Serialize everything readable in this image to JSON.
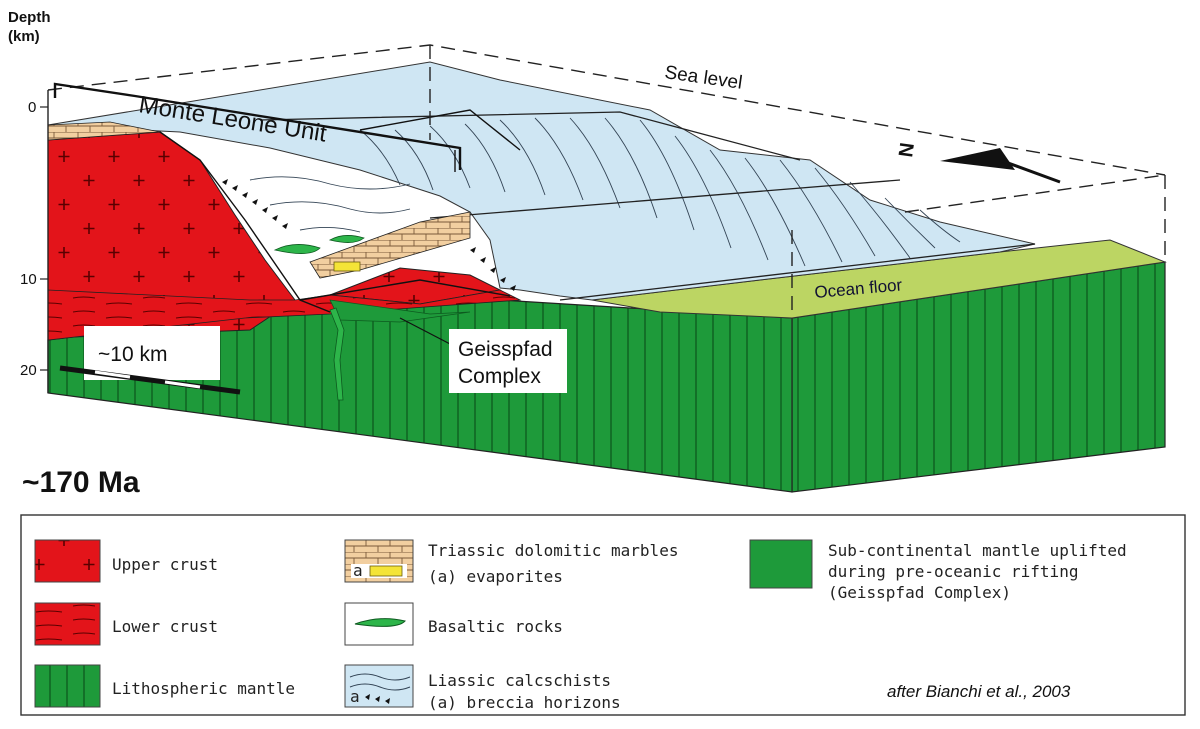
{
  "axis": {
    "title_line1": "Depth",
    "title_line2": "(km)",
    "ticks": [
      "0",
      "10",
      "20"
    ]
  },
  "labels": {
    "monte_leone": "Monte Leone Unit",
    "sea_level": "Sea level",
    "north": "N",
    "ocean_floor": "Ocean floor",
    "geisspfad_line1": "Geisspfad",
    "geisspfad_line2": "Complex",
    "scale": "~10 km",
    "age": "~170 Ma"
  },
  "legend": {
    "upper_crust": "Upper crust",
    "lower_crust": "Lower crust",
    "lithospheric_mantle": "Lithospheric mantle",
    "triassic_line1": "Triassic dolomitic marbles",
    "triassic_line2": "(a) evaporites",
    "triassic_sub": "a",
    "basaltic": "Basaltic rocks",
    "liassic_line1": "Liassic calcschists",
    "liassic_line2": "(a) breccia horizons",
    "liassic_sub": "a",
    "subcont_line1": "Sub-continental mantle uplifted",
    "subcont_line2": "during pre-oceanic rifting",
    "subcont_line3": "(Geisspfad Complex)"
  },
  "credit": "after Bianchi et al., 2003",
  "colors": {
    "upper_crust": "#e3141a",
    "lower_crust": "#e3141a",
    "mantle": "#1e9a3a",
    "water": "#cfe6f3",
    "triassic": "#f2cfa0",
    "ocean_floor": "#bcd563",
    "basalt": "#2db54a"
  }
}
